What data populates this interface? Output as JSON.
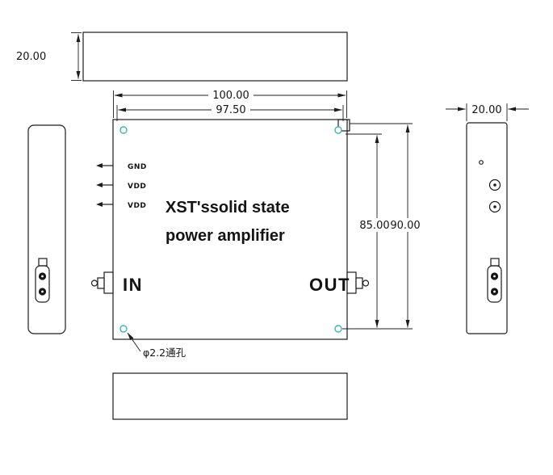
{
  "drawing": {
    "main": {
      "title_line1": "XST'ssolid state",
      "title_line2": "power amplifier",
      "pin_labels": [
        "GND",
        "VDD",
        "VDD"
      ],
      "port_in": "IN",
      "port_out": "OUT",
      "hole_callout": "φ2.2通孔"
    },
    "dimensions": {
      "top_thickness": "20.00",
      "outer_width": "100.00",
      "hole_spacing_width": "97.50",
      "inner_height": "85.00",
      "outer_height": "90.00",
      "side_thickness": "20.00"
    },
    "colors": {
      "line": "#1c1c1c",
      "hole_accent": "#3bb7b4",
      "background": "#ffffff"
    }
  }
}
